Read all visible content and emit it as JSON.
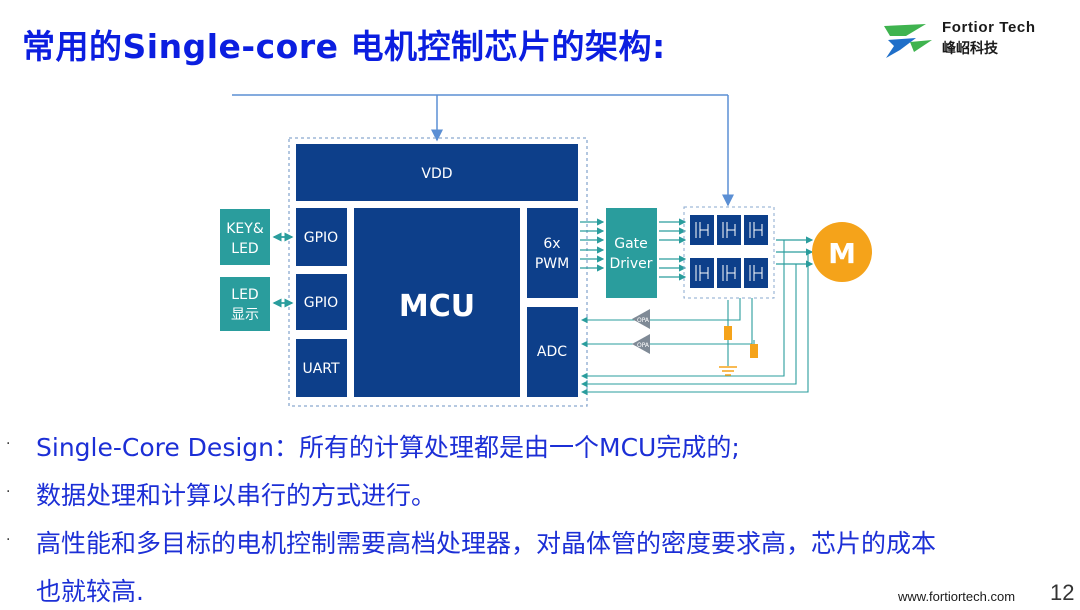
{
  "slide": {
    "title": "常用的Single-core 电机控制芯片的架构:",
    "page_number": "12",
    "footer_url": "www.fortiortech.com"
  },
  "logo": {
    "name_en": "Fortior Tech",
    "name_cn": "峰岹科技",
    "colors": {
      "green": "#3fb34f",
      "blue": "#1f6fc9"
    }
  },
  "diagram": {
    "supply_label": "V",
    "blocks": {
      "vdd": "VDD",
      "gpio1": "GPIO",
      "gpio2": "GPIO",
      "uart": "UART",
      "mcu": "MCU",
      "pwm_line1": "6x",
      "pwm_line2": "PWM",
      "adc": "ADC",
      "gate_line1": "Gate",
      "gate_line2": "Driver",
      "key_line1": "KEY&",
      "key_line2": "LED",
      "led_line1": "LED",
      "led_line2": "显示",
      "motor": "M",
      "opa1": "OPA",
      "opa2": "OPA"
    },
    "colors": {
      "block_blue": "#0d3f8a",
      "teal": "#2a9d9d",
      "motor_orange": "#f5a31a",
      "line_blue": "#5b8fd4"
    }
  },
  "bullets": [
    "Single-Core Design：所有的计算处理都是由一个MCU完成的;",
    "数据处理和计算以串行的方式进行。",
    "高性能和多目标的电机控制需要高档处理器，对晶体管的密度要求高，芯片的成本",
    "也就较高."
  ],
  "bullet_marker": "·"
}
